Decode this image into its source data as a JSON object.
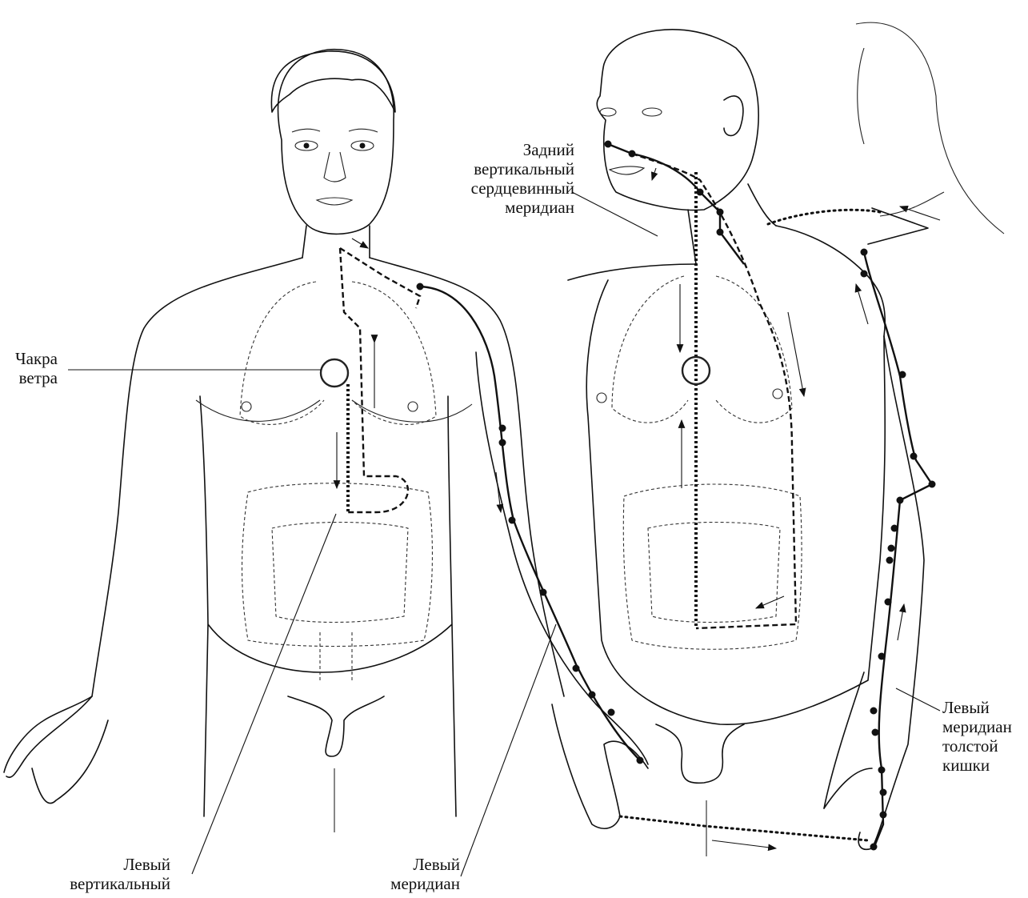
{
  "labels": {
    "posterior_central": [
      "Задний",
      "вертикальный",
      "сердцевинный",
      "меридиан"
    ],
    "wind_chakra": [
      "Чакра",
      "ветра"
    ],
    "left_vertical": [
      "Левый",
      "вертикальный"
    ],
    "left_meridian": [
      "Левый",
      "меридиан"
    ],
    "left_large_intestine": [
      "Левый",
      "меридиан",
      "толстой",
      "кишки"
    ]
  },
  "colors": {
    "ink": "#111111",
    "paper": "#ffffff"
  }
}
